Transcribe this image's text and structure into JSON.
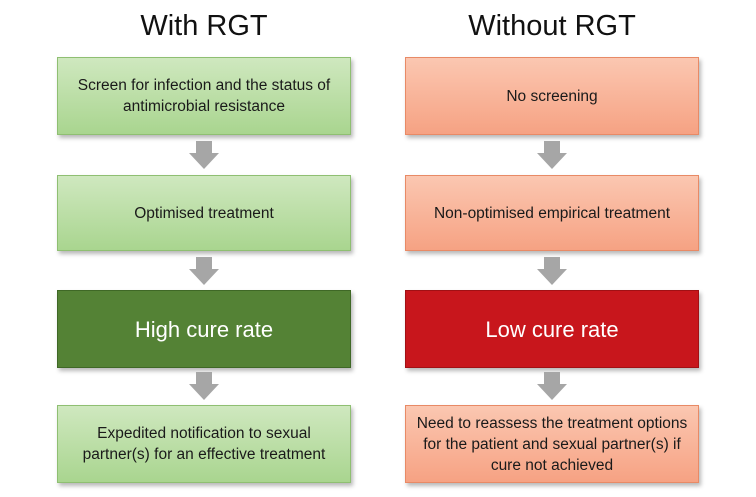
{
  "with_rgt": {
    "title": "With RGT",
    "steps": [
      "Screen for infection and the status of antimicrobial resistance",
      "Optimised treatment",
      "High cure rate",
      "Expedited notification to sexual partner(s) for an effective treatment"
    ],
    "colors": {
      "light": "#a9d58f",
      "dark": "#548235"
    }
  },
  "without_rgt": {
    "title": "Without RGT",
    "steps": [
      "No screening",
      "Non-optimised empirical treatment",
      "Low cure rate",
      "Need to reassess the treatment options for the patient and sexual partner(s) if cure not achieved"
    ],
    "colors": {
      "light": "#f6a283",
      "dark": "#c8161c"
    }
  }
}
